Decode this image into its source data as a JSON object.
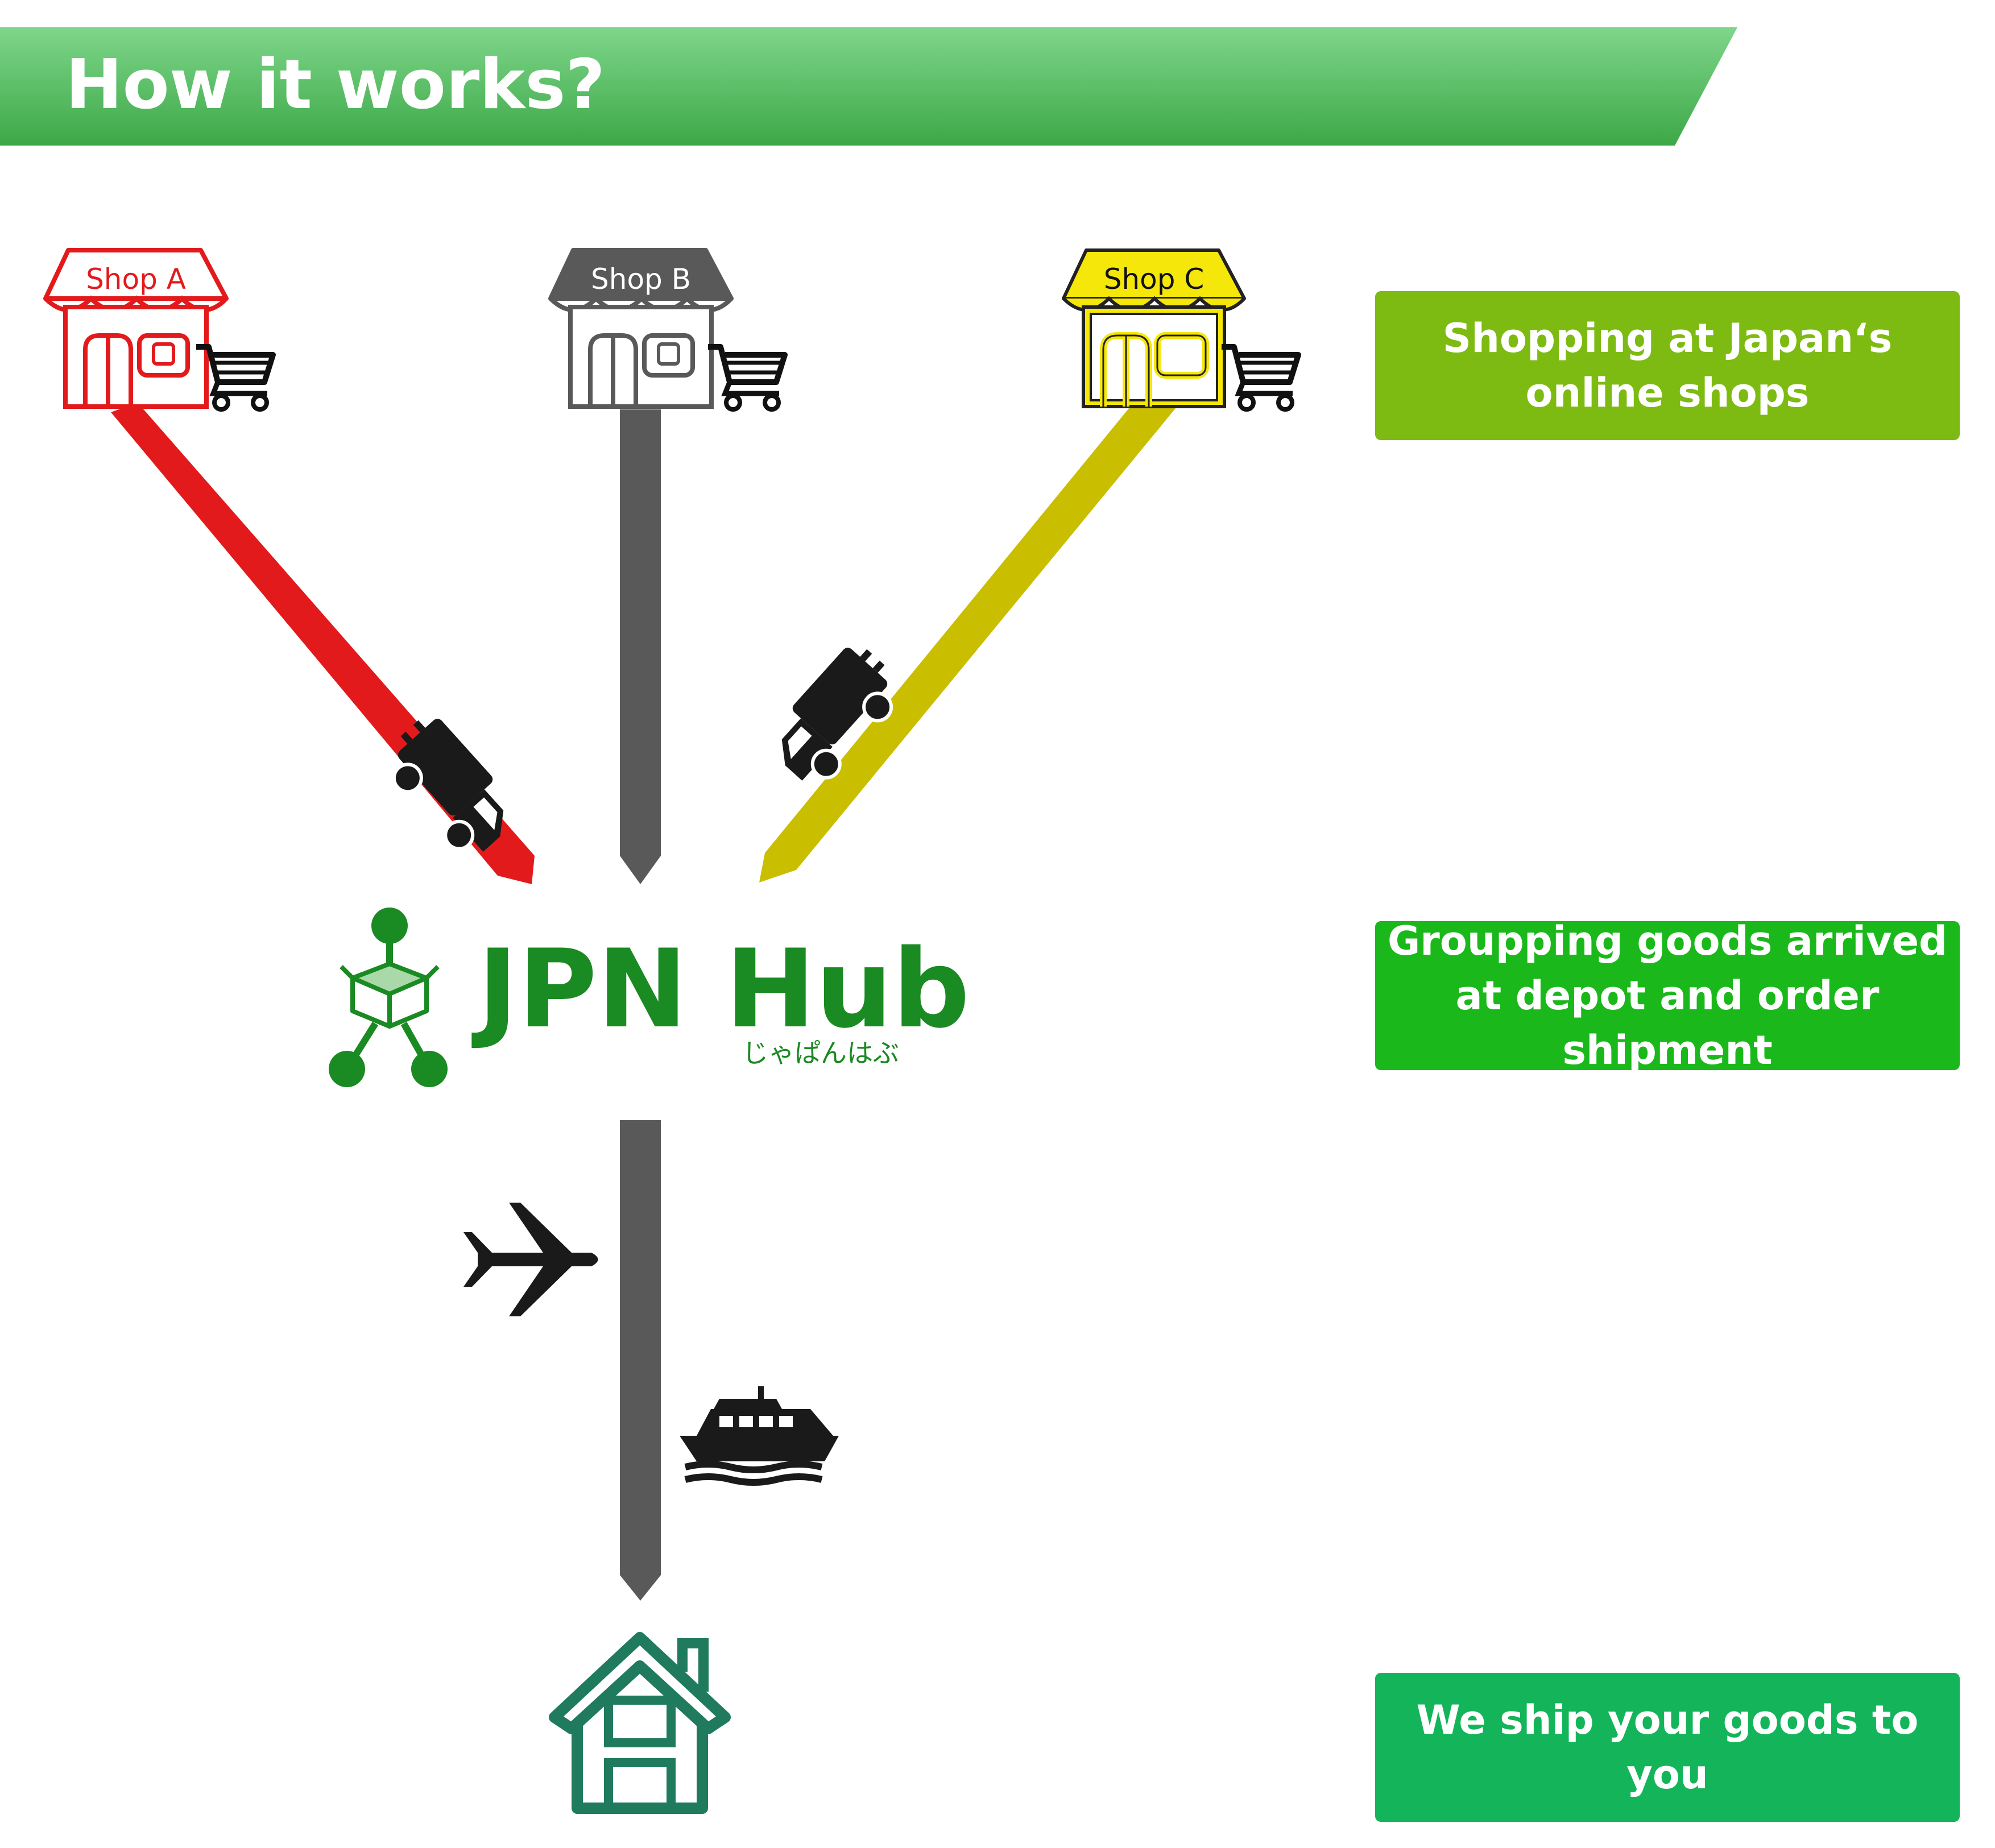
{
  "header": {
    "title": "How it works?"
  },
  "shops": [
    {
      "label": "Shop A",
      "color": "#e31a1c"
    },
    {
      "label": "Shop B",
      "color": "#595959"
    },
    {
      "label": "Shop C",
      "color": "#f5e70a"
    }
  ],
  "routes": {
    "shop_a_color": "#e31a1c",
    "shop_b_color": "#595959",
    "shop_c_color": "#c9be00",
    "shipping_color": "#595959"
  },
  "hub": {
    "name": "JPN Hub",
    "subtitle": "じゃぱんはぶ",
    "color": "#1a8a22"
  },
  "steps": [
    {
      "text": "Shopping at Japan‘s online shops",
      "color": "#7dbb12"
    },
    {
      "text": "Groupping goods arrived at depot and order shipment",
      "color": "#1ab81a"
    },
    {
      "text": "We ship your goods to you",
      "color": "#14b55a"
    }
  ],
  "icons": {
    "cart": "shopping-cart-icon",
    "truck": "delivery-truck-icon",
    "plane": "airplane-icon",
    "ship": "ship-icon",
    "home": "house-icon",
    "hub_logo": "hub-logo-icon"
  },
  "colors": {
    "banner_start": "#7ed68a",
    "banner_end": "#3da847",
    "house": "#1f7a5e"
  }
}
